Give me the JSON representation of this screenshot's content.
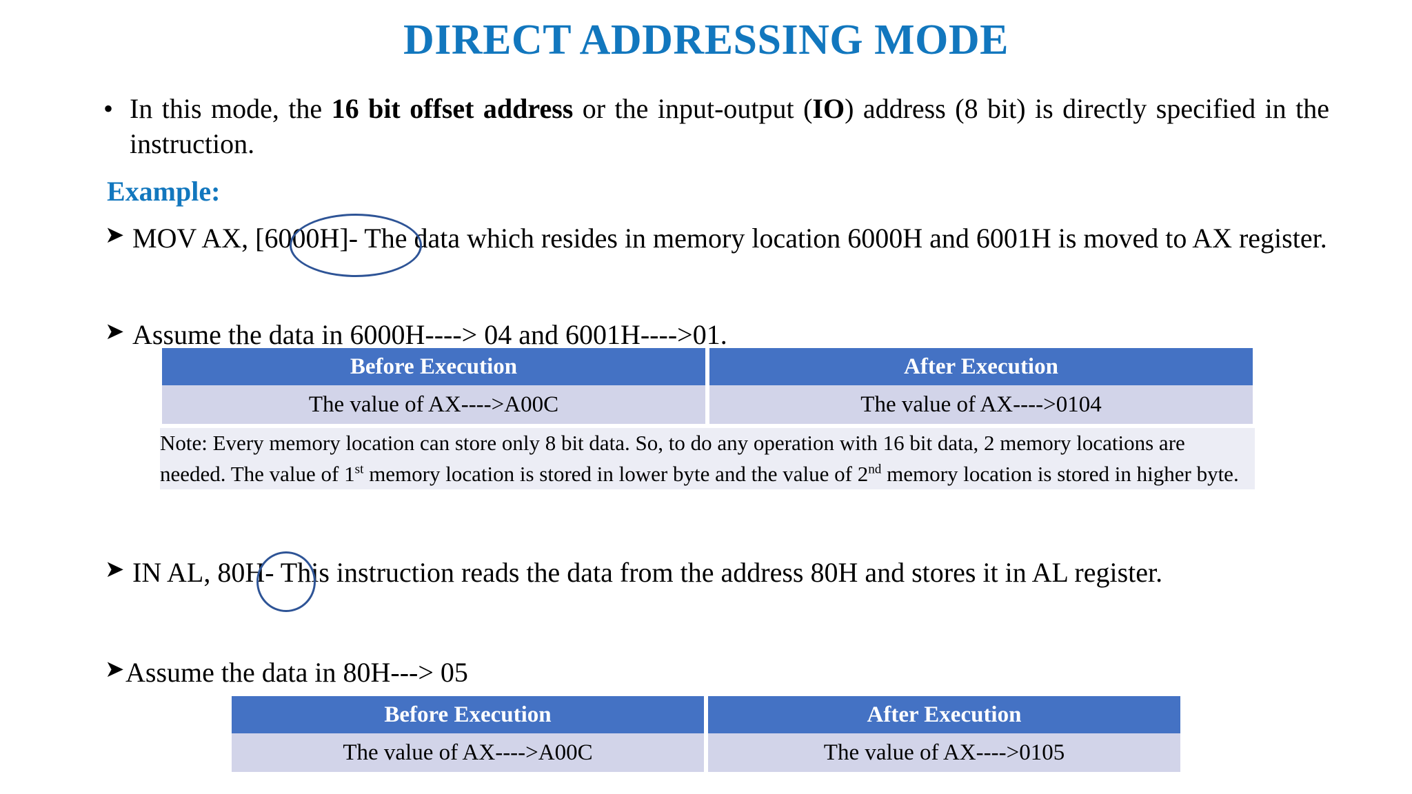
{
  "slide": {
    "title": "DIRECT ADDRESSING MODE",
    "title_color": "#1277BE",
    "background_color": "#FFFFFF"
  },
  "intro": {
    "bullet_mark": "•",
    "text_part1": "In this mode, the ",
    "bold1": "16 bit offset address",
    "text_part2": " or the input-output (",
    "bold2": "IO",
    "text_part3": ") address (8 bit) is directly specified in the instruction."
  },
  "example_heading": "Example:",
  "examples": [
    {
      "bullet_mark": "➤",
      "text": "MOV AX, [6000H]- The data which resides in memory location 6000H and 6001H is moved to AX register.",
      "highlight": "[6000H]"
    },
    {
      "bullet_mark": "➤",
      "text": "Assume the data in 6000H----> 04 and 6001H---->01."
    },
    {
      "bullet_mark": "➤",
      "text": "IN AL, 80H- This instruction reads the data from the address 80H and stores it in AL register.",
      "highlight": "80H"
    },
    {
      "bullet_mark": "➤",
      "text": "Assume the data in 80H---> 05"
    }
  ],
  "table1": {
    "headers": [
      "Before Execution",
      "After Execution"
    ],
    "rows": [
      [
        "The value of AX---->A00C",
        "The value of AX---->0104"
      ]
    ],
    "note": {
      "part1": "Note: Every memory location can store only 8 bit data. So, to do any operation with 16 bit data, 2 memory locations are needed. The value of 1",
      "sup1": "st",
      "part2": " memory location is stored in lower byte and the value of 2",
      "sup2": "nd",
      "part3": " memory location is stored in higher byte."
    },
    "header_bg": "#4472C4",
    "row_bg": "#D2D4E9",
    "note_bg": "#ECEDF5"
  },
  "table2": {
    "headers": [
      "Before Execution",
      "After Execution"
    ],
    "rows": [
      [
        "The value of AX---->A00C",
        "The value of AX---->0105"
      ]
    ],
    "header_bg": "#4472C4",
    "row_bg": "#D2D4E9"
  },
  "annotations": {
    "ellipse_color": "#2E5496",
    "ellipse1_target": "[6000H]",
    "ellipse2_target": "80H"
  }
}
